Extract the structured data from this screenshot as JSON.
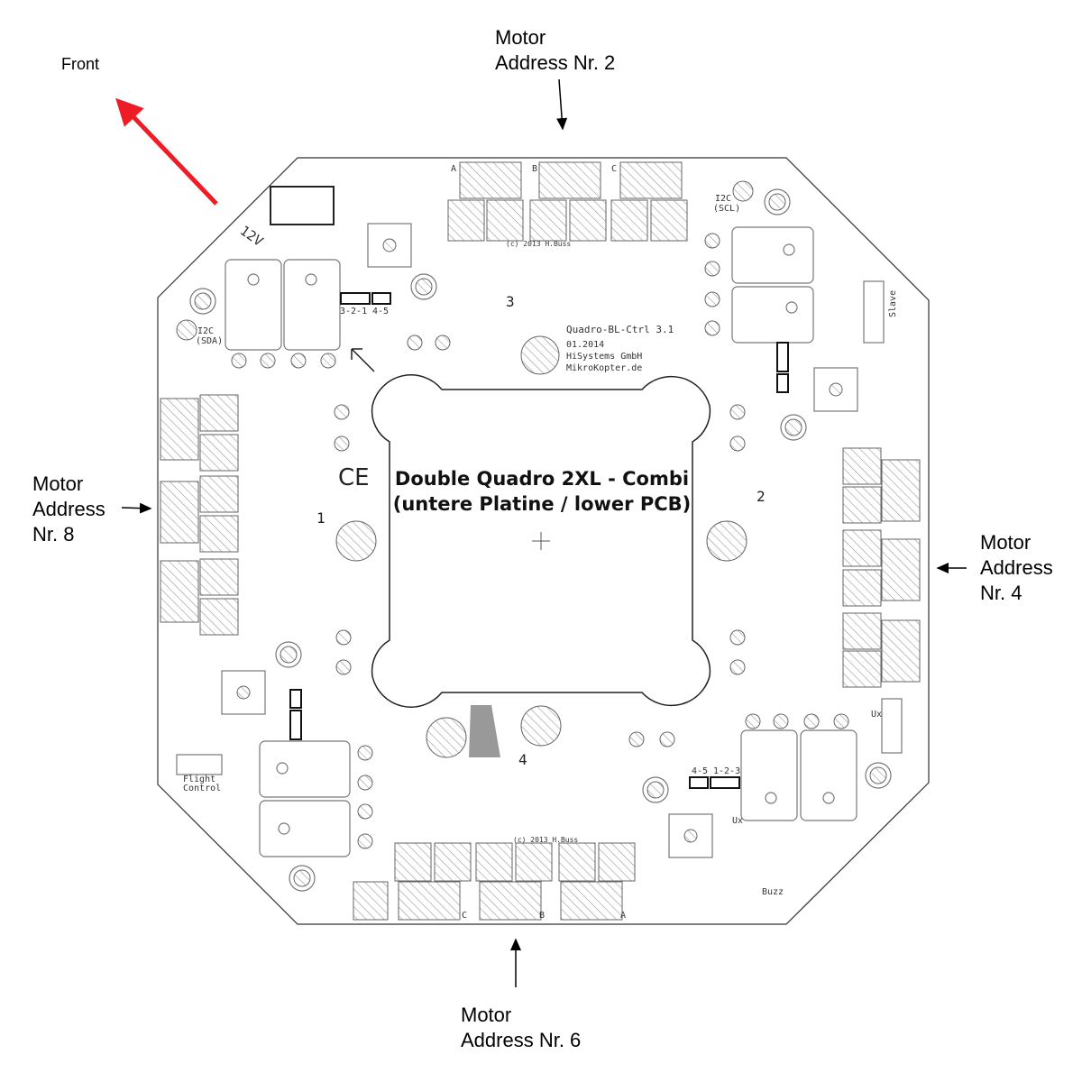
{
  "front_label": "Front",
  "front_arrow_color": "#ee1c25",
  "motor_labels": {
    "top": [
      "Motor",
      "Address Nr. 2"
    ],
    "right": [
      "Motor",
      "Address",
      "Nr. 4"
    ],
    "bottom": [
      "Motor",
      "Address Nr. 6"
    ],
    "left": [
      "Motor",
      "Address",
      "Nr. 8"
    ]
  },
  "board": {
    "title_line1": "Double Quadro 2XL - Combi",
    "title_line2": "(untere Platine / lower PCB)",
    "info": [
      "Quadro-BL-Ctrl 3.1",
      "01.2014",
      "HiSystems GmbH",
      "MikroKopter.de"
    ],
    "numbers": [
      "1",
      "2",
      "3",
      "4"
    ],
    "silk": {
      "v12": "12V",
      "i2c_sda": [
        "I2C",
        "(SDA)"
      ],
      "i2c_scl": [
        "I2C",
        "(SCL)"
      ],
      "slave": "Slave",
      "flight_control": [
        "Flight",
        "Control"
      ],
      "buzz": "Buzz",
      "ux": "Ux",
      "copyright": "(c) 2013 H.Buss",
      "jumper_a": "3-2-1",
      "jumper_b": "4-5",
      "jumper_c": "1-2-3",
      "phase_a": "A",
      "phase_b": "B",
      "phase_c": "C",
      "ce": "CE"
    }
  }
}
